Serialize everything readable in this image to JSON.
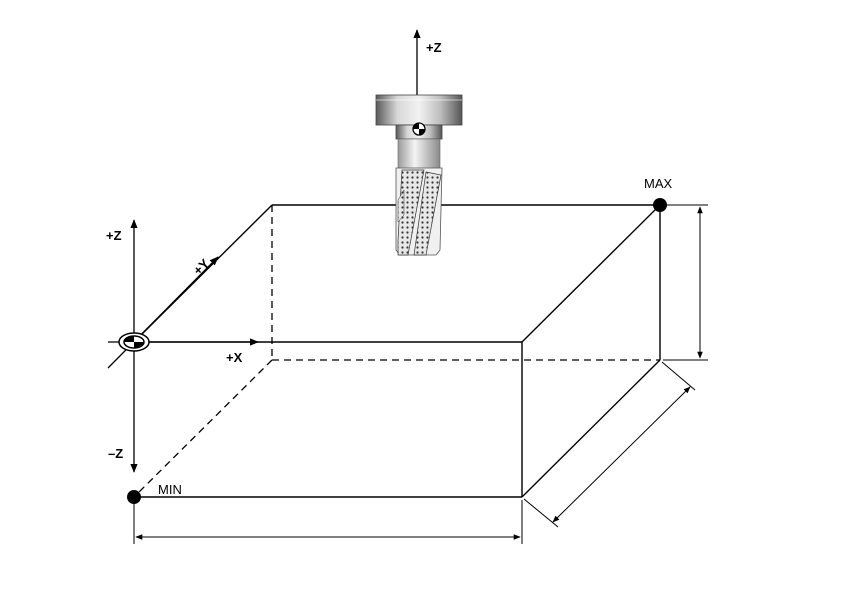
{
  "axes": {
    "x_label": "+X",
    "y_label": "+Y",
    "z_pos_label": "+Z",
    "z_neg_label": "–Z",
    "tool_axis_label": "+Z"
  },
  "corners": {
    "min_label": "MIN",
    "max_label": "MAX"
  },
  "colors": {
    "line": "#000000",
    "background": "#ffffff",
    "tool_gray": "#8f8f8f"
  },
  "icons": {
    "datum": "datum-symbol-icon",
    "tool": "end-mill-tool-icon"
  }
}
